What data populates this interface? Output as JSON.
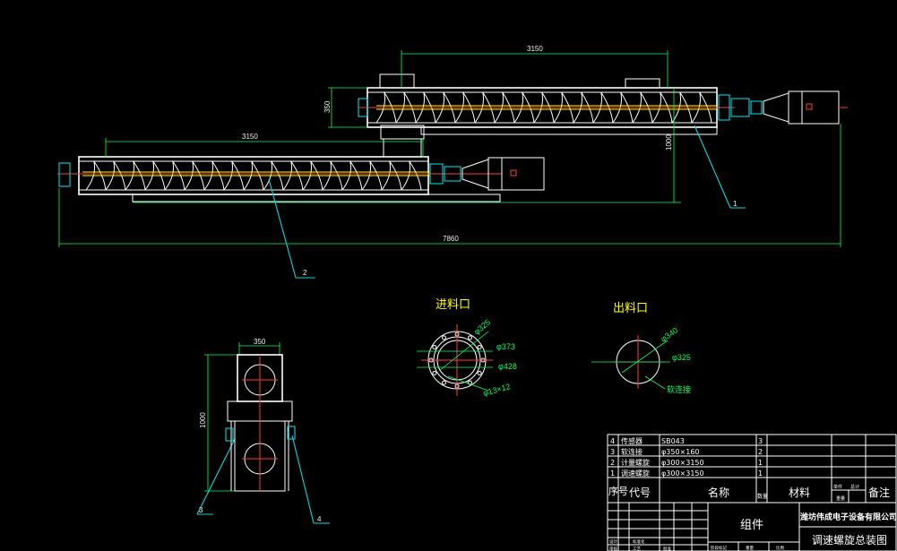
{
  "dimensions": {
    "top_length": "3150",
    "bottom_length": "3150",
    "total_length": "7860",
    "height_1000": "1000",
    "inlet_height": "350",
    "side_width": "350",
    "side_height": "1000"
  },
  "balloons": [
    "1",
    "2",
    "3",
    "4"
  ],
  "inlet": {
    "title": "进料口",
    "labels": [
      "φ325",
      "φ373",
      "φ428",
      "φ13×12"
    ]
  },
  "outlet": {
    "title": "出料口",
    "labels": [
      "φ340",
      "φ325",
      "软连接"
    ]
  },
  "bom": {
    "rows": [
      {
        "no": "4",
        "name": "传感器",
        "code": "SB043",
        "qty": "3"
      },
      {
        "no": "3",
        "name": "软连接",
        "code": "φ350×160",
        "qty": "2"
      },
      {
        "no": "2",
        "name": "计量螺旋",
        "code": "φ300×3150",
        "qty": "1"
      },
      {
        "no": "1",
        "name": "调速螺旋",
        "code": "φ300×3150",
        "qty": "1"
      }
    ],
    "header": {
      "no": "序号",
      "code": "代号",
      "name": "名称",
      "qty": "数量",
      "material": "材料",
      "unit": "单件",
      "total": "总计",
      "weight": "重量",
      "note": "备注"
    }
  },
  "title_block": {
    "group": "组件",
    "company": "潍坊伟成电子设备有限公司",
    "drawing_title": "调速螺旋总装图",
    "small_labels": [
      "设计",
      "标准化",
      "审核",
      "工艺",
      "批准",
      "阶段标记",
      "重量",
      "比例"
    ]
  }
}
